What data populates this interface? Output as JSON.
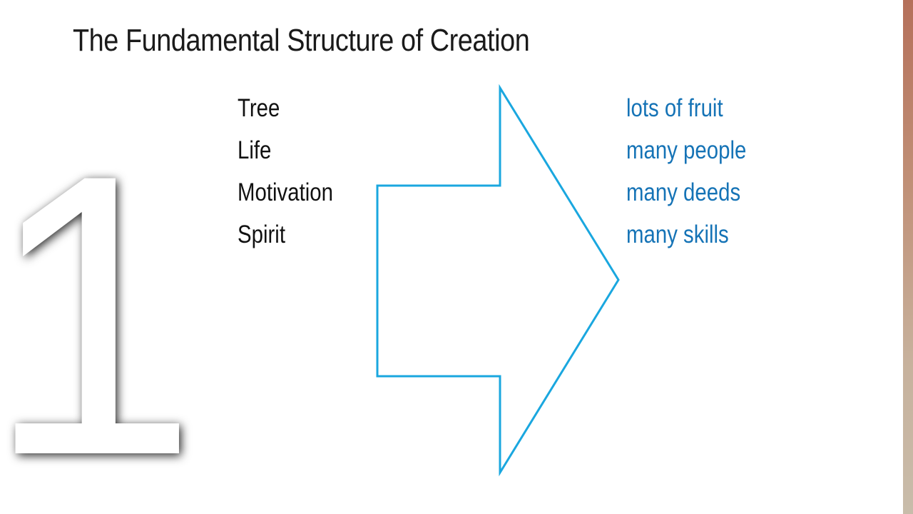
{
  "slide": {
    "title": "The Fundamental Structure of Creation",
    "numeral": "1",
    "sources": [
      "Tree",
      "Life",
      "Motivation",
      "Spirit"
    ],
    "outcomes": [
      "lots of fruit",
      "many people",
      "many deeds",
      "many skills"
    ]
  },
  "colors": {
    "title": "#1a1a1a",
    "source_text": "#111111",
    "outcome_text": "#1573b6",
    "arrow_stroke": "#1aa7df",
    "side_strip": "#b5705a"
  },
  "icons": {
    "arrow": "right-arrow-outline-icon",
    "numeral": "number-one-shadow-graphic"
  }
}
